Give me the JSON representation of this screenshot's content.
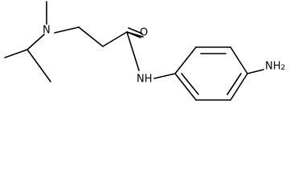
{
  "molecule": {
    "atoms": {
      "amine_n": "N",
      "carbonyl_o": "O",
      "amide_nh": "NH",
      "aniline_nh2": {
        "main": "NH",
        "sub": "2"
      }
    }
  },
  "colors": {
    "bond": "#000000",
    "label": "#000000",
    "background": "#ffffff"
  }
}
